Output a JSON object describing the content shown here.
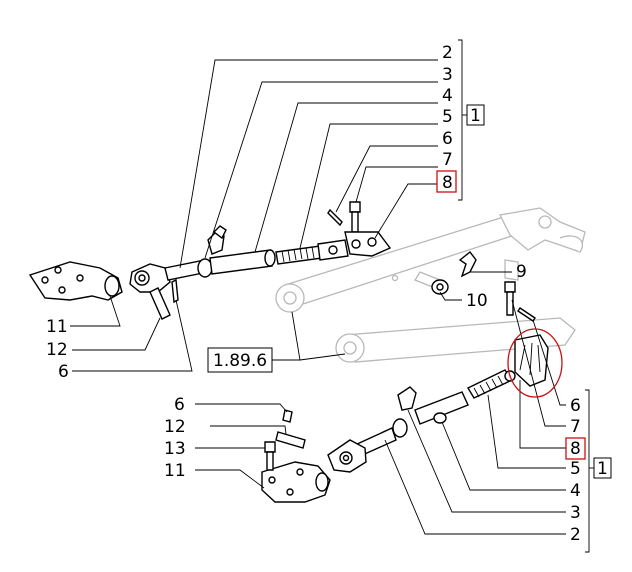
{
  "colors": {
    "highlight": "#cc1111",
    "line": "#000000",
    "ghost": "#b8b8b8"
  },
  "top_callouts": {
    "c2": "2",
    "c3": "3",
    "c4": "4",
    "c5": "5",
    "c6": "6",
    "c7": "7",
    "c8": "8",
    "group": "1"
  },
  "left_callouts": {
    "c11": "11",
    "c12": "12",
    "c6": "6"
  },
  "middle_callouts": {
    "c9": "9",
    "c10": "10",
    "ref": "1.89.6"
  },
  "bottom_left_callouts": {
    "c6": "6",
    "c12": "12",
    "c13": "13",
    "c11": "11"
  },
  "bottom_right_callouts": {
    "c6": "6",
    "c7": "7",
    "c8": "8",
    "c5": "5",
    "c4": "4",
    "c3": "3",
    "c2": "2",
    "group": "1"
  }
}
